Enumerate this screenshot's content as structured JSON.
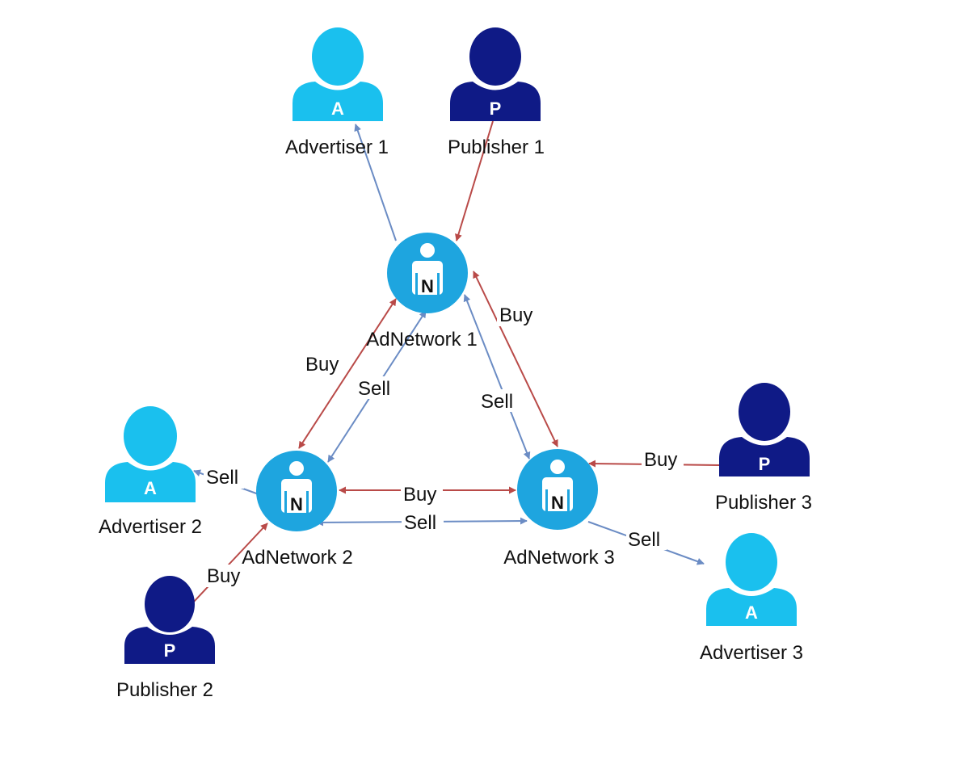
{
  "colors": {
    "advertiser": "#1ac0ee",
    "publisher": "#0f1a86",
    "network": "#1ea5df",
    "buy_edge": "#b94a48",
    "sell_edge": "#6b8cc4"
  },
  "nodes": {
    "advertiser_1": {
      "label": "Advertiser 1",
      "badge": "A",
      "icon": "person-icon"
    },
    "publisher_1": {
      "label": "Publisher 1",
      "badge": "P",
      "icon": "person-icon"
    },
    "adnetwork_1": {
      "label": "AdNetwork 1",
      "badge": "N",
      "icon": "network-person-icon"
    },
    "advertiser_2": {
      "label": "Advertiser 2",
      "badge": "A",
      "icon": "person-icon"
    },
    "adnetwork_2": {
      "label": "AdNetwork 2",
      "badge": "N",
      "icon": "network-person-icon"
    },
    "publisher_2": {
      "label": "Publisher 2",
      "badge": "P",
      "icon": "person-icon"
    },
    "adnetwork_3": {
      "label": "AdNetwork 3",
      "badge": "N",
      "icon": "network-person-icon"
    },
    "publisher_3": {
      "label": "Publisher 3",
      "badge": "P",
      "icon": "person-icon"
    },
    "advertiser_3": {
      "label": "Advertiser 3",
      "badge": "A",
      "icon": "person-icon"
    }
  },
  "edges": {
    "n1_to_a1": "",
    "p1_to_n1": "",
    "n2_n1_buy": "Buy",
    "n1_n2_sell": "Sell",
    "n1_n3_buy": "Buy",
    "n1_n3_sell": "Sell",
    "n2_n3_buy": "Buy",
    "n2_n3_sell": "Sell",
    "n2_a2_sell": "Sell",
    "p2_n2_buy": "Buy",
    "p3_n3_buy": "Buy",
    "n3_a3_sell": "Sell"
  }
}
